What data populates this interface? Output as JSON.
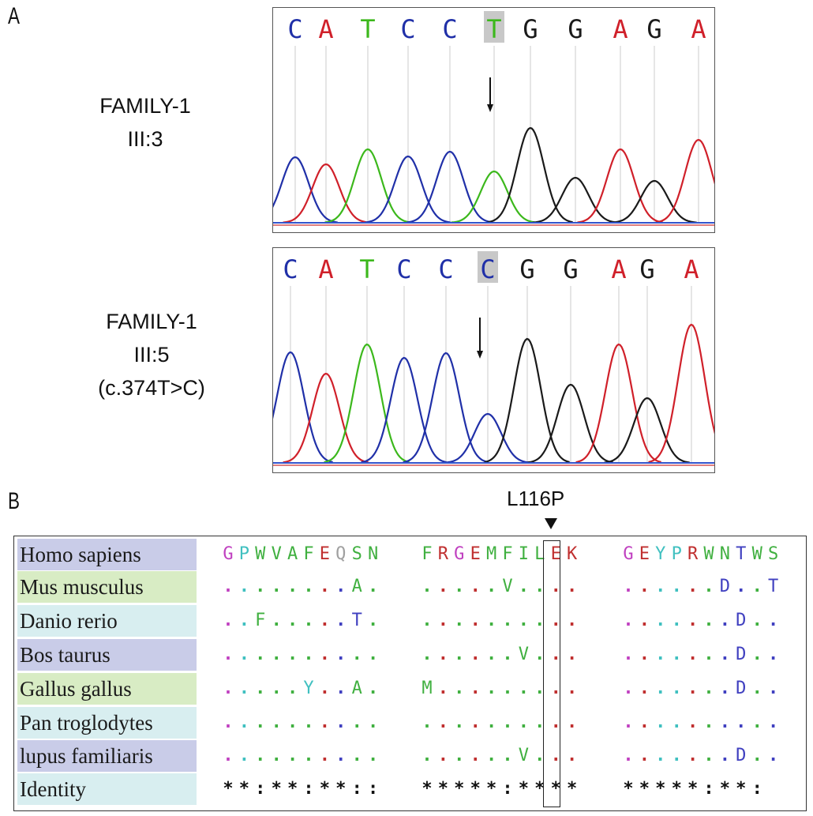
{
  "panel_a": {
    "label": "A",
    "traces": [
      {
        "sample_line1": "FAMILY-1",
        "sample_line2": "III:3",
        "sample_line3": "",
        "bases": [
          "C",
          "A",
          "T",
          "C",
          "C",
          "T",
          "G",
          "G",
          "A",
          "G",
          "A"
        ],
        "highlight_index": 5
      },
      {
        "sample_line1": "FAMILY-1",
        "sample_line2": "III:5",
        "sample_line3": "(c.374T>C)",
        "bases": [
          "C",
          "A",
          "T",
          "C",
          "C",
          "C",
          "G",
          "G",
          "A",
          "G",
          "A"
        ],
        "highlight_index": 5
      }
    ],
    "base_colors": {
      "A": "#d0202a",
      "C": "#2030a8",
      "G": "#1a1a1a",
      "T": "#3cb81c"
    },
    "highlight_color": "#c8c8c8"
  },
  "panel_b": {
    "label": "B",
    "mutation_label": "L116P",
    "species": [
      "Homo sapiens",
      "Mus musculus",
      "Danio rerio",
      "Bos taurus",
      "Gallus gallus",
      "Pan troglodytes",
      " lupus familiaris",
      "Identity"
    ],
    "species_bg": [
      "#c9cce8",
      "#d8ecc4",
      "#d8eef0",
      "#c9cce8",
      "#d8ecc4",
      "#d8eef0",
      "#c9cce8",
      "#d8eef0"
    ],
    "rows": [
      "GPWVAFEQSN FRGEMFILEK GEYPRWNTWS",
      "........A ......V... .......D..T",
      "..F.....T. .......... .......D...",
      "........... .....V... .......D...",
      ".....Y..A. M......... .......D...",
      ".......... .......... ..........",
      "........... .....V... .......D..."
    ],
    "identity": "**:**:**:   :*****:***  ******:**:",
    "residue_colors": {
      "G": "#c040c0",
      "P": "#40c0c0",
      "W": "#40b040",
      "V": "#40b040",
      "A": "#40b040",
      "F": "#40b040",
      "E": "#c03030",
      "Q": "#a0a0a0",
      "S": "#40b040",
      "N": "#40b040",
      "R": "#c03030",
      "M": "#40b040",
      "I": "#40b040",
      "L": "#40b040",
      "K": "#c03030",
      "Y": "#40c0c0",
      "T": "#4040c0",
      "D": "#4040c0"
    }
  }
}
